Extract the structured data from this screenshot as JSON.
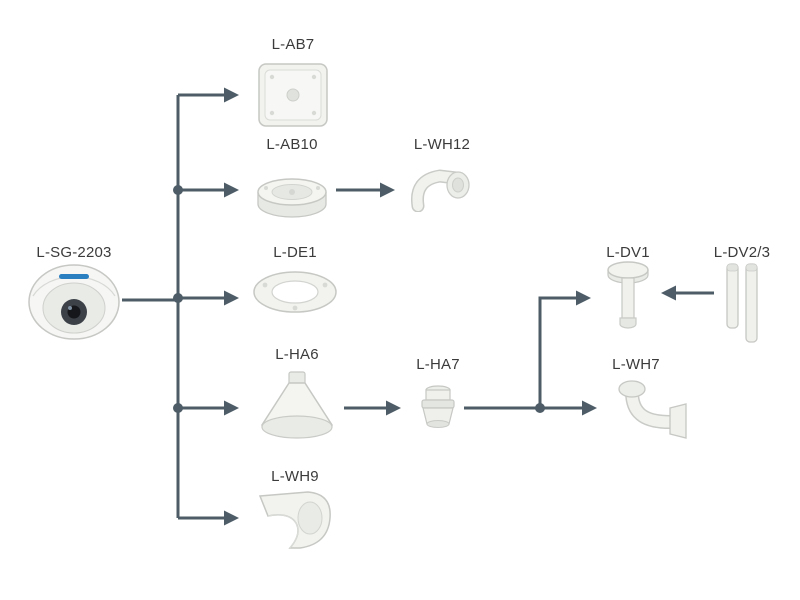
{
  "nodes": {
    "camera": "L-SG-2203",
    "ab7": "L-AB7",
    "ab10": "L-AB10",
    "wh12": "L-WH12",
    "de1": "L-DE1",
    "ha6": "L-HA6",
    "ha7": "L-HA7",
    "dv1": "L-DV1",
    "dv23": "L-DV2/3",
    "wh7": "L-WH7",
    "wh9": "L-WH9"
  },
  "colors": {
    "connector": "#4d5c66",
    "label": "#3b3b3b",
    "background": "#ffffff",
    "product_fill": "#f2f3ef",
    "product_stroke": "#c6c8c4"
  }
}
